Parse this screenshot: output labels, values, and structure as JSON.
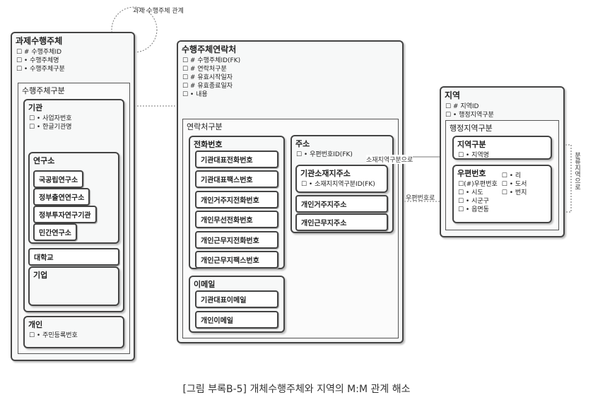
{
  "loop_label": "과제 수행주체 관계",
  "e1": {
    "title": "과제수행주체",
    "attrs": [
      "☐ # 수행주체ID",
      "☐ • 수행주체명",
      "☐ • 수행주체구분"
    ],
    "sub": "수행주체구분",
    "gigwan": {
      "title": "기관",
      "attrs": [
        "☐ • 사업자번호",
        "☐ • 한글기관명"
      ]
    },
    "yeonguso": {
      "title": "연구소",
      "items": [
        "국공립연구소",
        "정부출연연구소",
        "정부투자연구기관",
        "민간연구소"
      ]
    },
    "univ": "대학교",
    "company": {
      "title": "기업"
    },
    "person": {
      "title": "개인",
      "attrs": [
        "☐ • 주민등록번호"
      ]
    }
  },
  "e2": {
    "title": "수행주체연락처",
    "attrs": [
      "☐ # 수행주체ID(FK)",
      "☐ # 연락처구분",
      "☐ # 유효시작일자",
      "☐ # 유효종료일자",
      "☐ • 내용"
    ],
    "sub": "연락처구분",
    "phone": {
      "title": "전화번호",
      "items": [
        "기관대표전화번호",
        "기관대표팩스번호",
        "개인거주지전화번호",
        "개인무선전화번호",
        "개인근무지전화번호",
        "개인근무지팩스번호"
      ]
    },
    "email": {
      "title": "이메일",
      "items": [
        "기관대표이메일",
        "개인이메일"
      ]
    },
    "addr": {
      "title": "주소",
      "attrs": [
        "☐ • 우편번호ID(FK)"
      ],
      "org": {
        "title": "기관소재지주소",
        "attrs": [
          "☐ • 소재지지역구분ID(FK)"
        ]
      },
      "items": [
        "개인거주지주소",
        "개인근무지주소"
      ]
    }
  },
  "e3": {
    "title": "지역",
    "attrs": [
      "☐ # 지역ID",
      "☐ • 행정지역구분"
    ],
    "sub": "행정지역구분",
    "region": {
      "title": "지역구분",
      "attrs": [
        "☐ • 지역명"
      ]
    },
    "zip": {
      "title": "우편번호",
      "attrs": [
        "☐(#)우편번호",
        "☐ • 시도",
        "☐ • 시군구",
        "☐ • 읍면동"
      ],
      "attrs2": [
        "☐ • 리",
        "☐ • 도서",
        "☐ • 번지"
      ]
    }
  },
  "rel_labels": {
    "to_region": "소재지역구분으로",
    "to_zip": "우편번호로",
    "to_class": "분류지역으로"
  },
  "caption": "[그림 부록B-5] 개체수행주체와 지역의 M:M 관계 해소"
}
